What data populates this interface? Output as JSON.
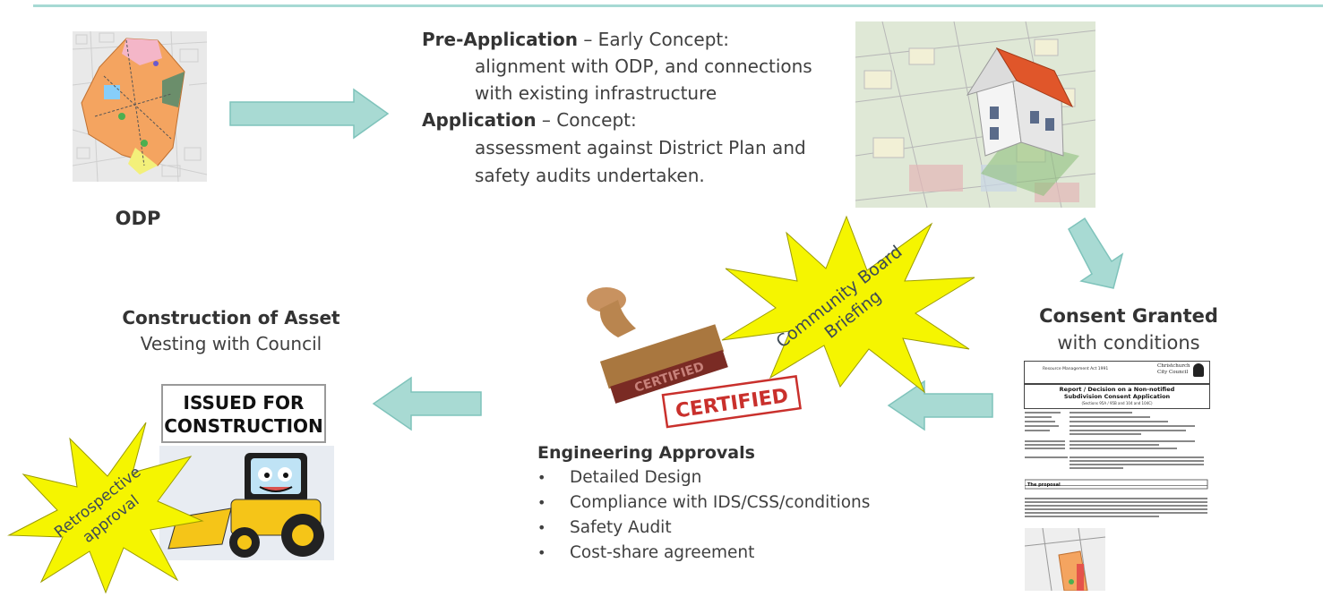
{
  "colors": {
    "arrow": "#a8dad3",
    "arrow_stroke": "#7fc3bb",
    "burst": "#f5f500",
    "rule": "#a6d9d4"
  },
  "odp": {
    "label": "ODP"
  },
  "pre_application": {
    "heading": "Pre-Application",
    "heading_rest": " – Early Concept:",
    "line1": "alignment with ODP, and connections",
    "line2": "with existing infrastructure"
  },
  "application": {
    "heading": "Application",
    "heading_rest": " – Concept:",
    "line1": "assessment against District Plan and",
    "line2": "safety audits undertaken."
  },
  "consent": {
    "title": "Consent Granted",
    "subtitle": "with conditions"
  },
  "document": {
    "council": "Christchurch City Council",
    "header_small": "Resource Management Act 1991",
    "title1": "Report / Decision on a Non-notified",
    "title2": "Subdivision Consent Application",
    "title3": "(Sections 95A / 95B and 104 and 104C)",
    "section": "The proposal"
  },
  "engineering": {
    "title": "Engineering Approvals",
    "items": [
      "Detailed Design",
      "Compliance with IDS/CSS/conditions",
      "Safety Audit",
      "Cost-share agreement"
    ]
  },
  "stamp": {
    "text_faded": "CERTIFIED",
    "text_red": "CERTIFIED"
  },
  "community_burst": {
    "line1": "Community Board",
    "line2": "Briefing"
  },
  "construction": {
    "title": "Construction of Asset",
    "subtitle": "Vesting with Council"
  },
  "sign": {
    "line1": "ISSUED FOR",
    "line2": "CONSTRUCTION"
  },
  "retro_burst": {
    "line1": "Retrospective",
    "line2": "approval"
  }
}
